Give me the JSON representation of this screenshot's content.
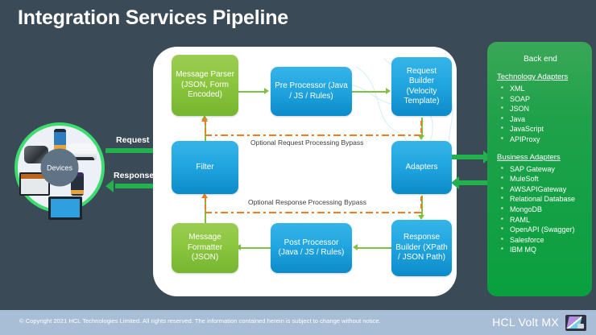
{
  "slide": {
    "title": "Integration Services Pipeline",
    "background_color": "#3b4a57",
    "accent_blue": "#22a6e0",
    "accent_green": "#8cc63f",
    "accent_orange": "#f07c22",
    "backend_green": "#1fa14a"
  },
  "devices": {
    "center_label": "Devices",
    "request_label": "Request",
    "response_label": "Response"
  },
  "pipeline": {
    "nodes": [
      {
        "id": "message-parser",
        "label": "Message Parser (JSON, Form Encoded)",
        "color": "green"
      },
      {
        "id": "pre-processor",
        "label": "Pre Processor (Java / JS / Rules)",
        "color": "blue"
      },
      {
        "id": "request-builder",
        "label": "Request Builder (Velocity Template)",
        "color": "blue"
      },
      {
        "id": "filter",
        "label": "Filter",
        "color": "blue"
      },
      {
        "id": "adapters",
        "label": "Adapters",
        "color": "blue"
      },
      {
        "id": "message-formatter",
        "label": "Message Formatter (JSON)",
        "color": "green"
      },
      {
        "id": "post-processor",
        "label": "Post Processor (Java / JS / Rules)",
        "color": "blue"
      },
      {
        "id": "response-builder",
        "label": "Response Builder (XPath / JSON Path)",
        "color": "blue"
      }
    ],
    "bypass_request_label": "Optional Request Processing Bypass",
    "bypass_response_label": "Optional Response Processing Bypass"
  },
  "backend": {
    "title": "Back end",
    "technology_heading": "Technology Adapters",
    "technology_adapters": [
      "XML",
      "SOAP",
      "JSON",
      "Java",
      "JavaScript",
      "APIProxy"
    ],
    "business_heading": "Business Adapters",
    "business_adapters": [
      "SAP Gateway",
      "MuleSoft",
      "AWSAPIGateway",
      "Relational Database",
      "MongoDB",
      "RAML",
      "OpenAPI (Swagger)",
      "Salesforce",
      "IBM MQ"
    ]
  },
  "footer": {
    "copyright": "© Copyright 2021 HCL Technologies Limited. All rights reserved. The information contained herein is subject to change without notice.",
    "brand": "HCL Volt MX"
  }
}
